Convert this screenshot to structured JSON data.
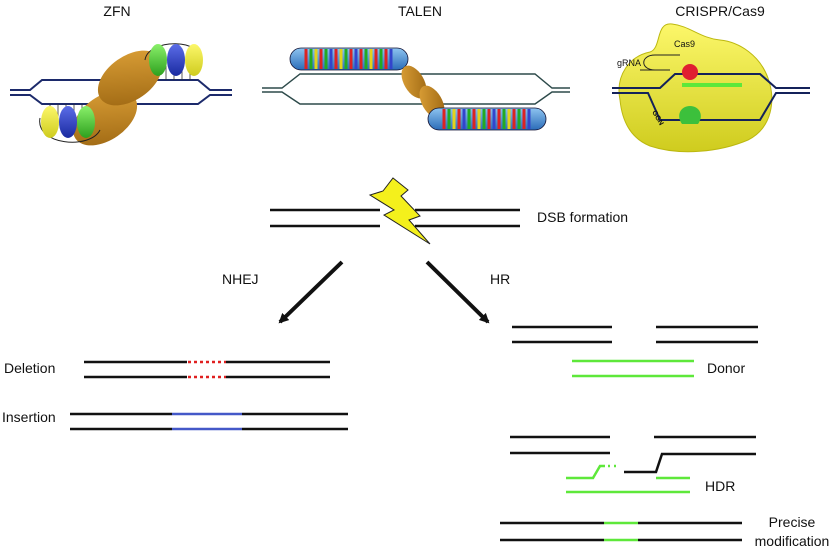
{
  "panels": {
    "zfn": {
      "title": "ZFN"
    },
    "talen": {
      "title": "TALEN"
    },
    "crispr": {
      "title": "CRISPR/Cas9",
      "cas9_label": "Cas9",
      "grna_label": "gRNA",
      "pam_label": "GGN"
    }
  },
  "dsb": {
    "label": "DSB formation"
  },
  "pathways": {
    "nhej": "NHEJ",
    "hr": "HR"
  },
  "outcomes": {
    "deletion": "Deletion",
    "insertion": "Insertion",
    "donor": "Donor",
    "hdr": "HDR",
    "precise_line1": "Precise",
    "precise_line2": "modification"
  },
  "colors": {
    "dna": "#111111",
    "dna_navy": "#1c2a6b",
    "donor_green": "#5ee83a",
    "deletion_red": "#e02020",
    "insertion_blue": "#4458c8",
    "nuclease_brown": "#c98a1a",
    "cas9_yellow": "#f2ec3c",
    "bolt_yellow": "#f4f01c"
  }
}
